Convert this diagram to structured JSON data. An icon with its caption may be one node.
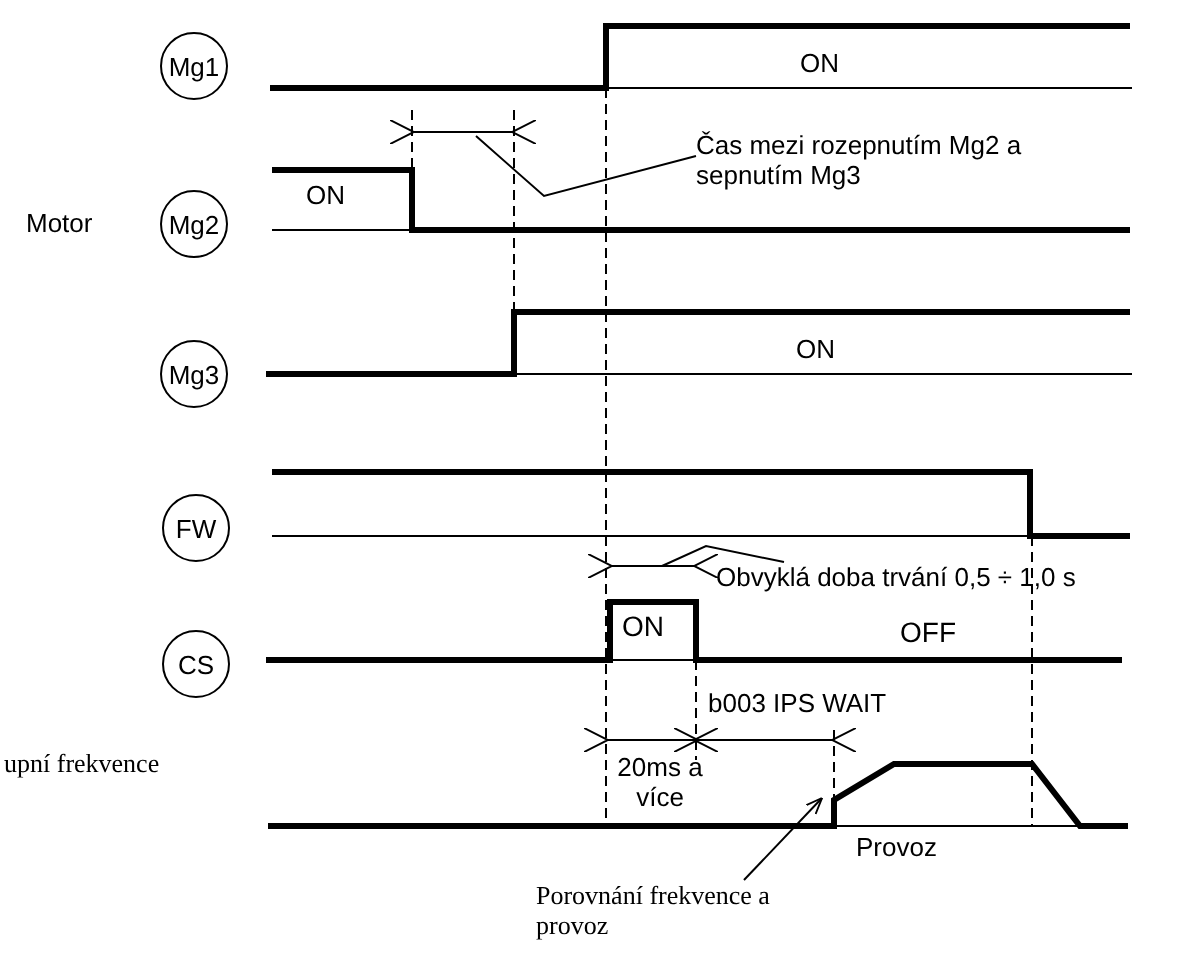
{
  "diagram": {
    "nodes": [
      {
        "text": [
          "Mg1"
        ]
      },
      {
        "text": [
          "Čas mezi rozepnutím Mg2 a sepnutím Mg3"
        ]
      },
      {
        "text": [
          "Mg2"
        ]
      },
      {
        "text": [
          "Mg3"
        ]
      },
      {
        "text": [
          "FW"
        ]
      },
      {
        "text": [
          "Obvyklá doba trvání 0,5 ÷ 1,0 s"
        ]
      },
      {
        "text": [
          "CS"
        ]
      },
      {
        "text": [
          "Porovnání frekvence a provoz"
        ]
      }
    ],
    "edges": [
      {
        "from": 1,
        "to": null,
        "arrow": "none"
      },
      {
        "from": 5,
        "to": null,
        "arrow": "none"
      },
      {
        "from": 7,
        "to": null,
        "arrow": "to"
      }
    ],
    "labels": [
      "ON",
      "Motor",
      "ON",
      "ON",
      "ON",
      "OFF",
      "b003 IPS WAIT",
      "upní frekvence",
      "20ms a více",
      "Provoz"
    ]
  }
}
